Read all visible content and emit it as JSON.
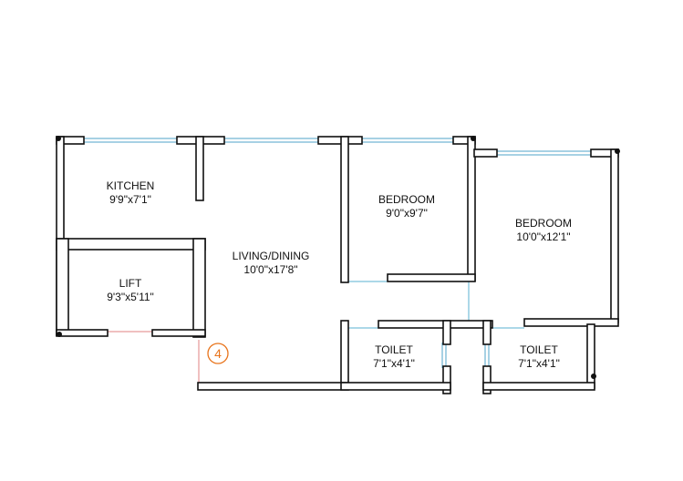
{
  "rooms": {
    "kitchen": {
      "name": "KITCHEN",
      "size": "9'9\"x7'1\""
    },
    "lift": {
      "name": "LIFT",
      "size": "9'3\"x5'11\""
    },
    "living": {
      "name": "LIVING/DINING",
      "size": "10'0\"x17'8\""
    },
    "bedroom1": {
      "name": "BEDROOM",
      "size": "9'0\"x9'7\""
    },
    "bedroom2": {
      "name": "BEDROOM",
      "size": "10'0\"x12'1\""
    },
    "toilet1": {
      "name": "TOILET",
      "size": "7'1\"x4'1\""
    },
    "toilet2": {
      "name": "TOILET",
      "size": "7'1\"x4'1\""
    }
  },
  "marker": {
    "number": "4"
  },
  "colors": {
    "wall": "#111111",
    "window": "#4fa3c8",
    "marker": "#e8741c"
  }
}
